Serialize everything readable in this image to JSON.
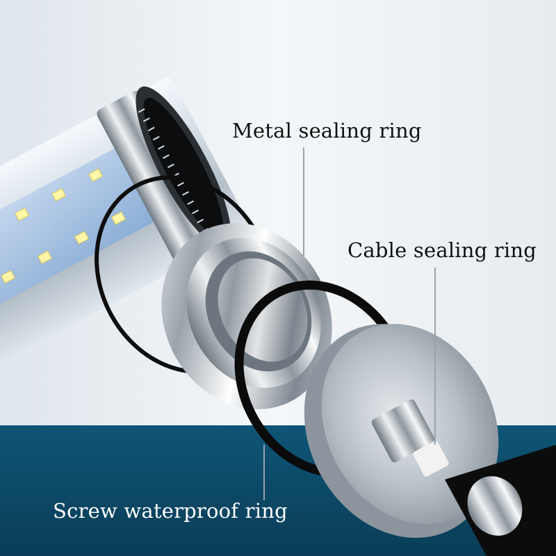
{
  "labels": {
    "metal_sealing_ring": "Metal sealing ring",
    "cable_sealing_ring": "Cable sealing ring",
    "screw_waterproof_ring": "Screw waterproof ring"
  },
  "colors": {
    "background_top": "#e9eef2",
    "background_bottom": "#0e4f6e",
    "metal": "#b9c0c6",
    "rubber_ring": "#0d0d0d",
    "led_chip": "#fff6a8",
    "pcb": "#9fc0e6"
  }
}
